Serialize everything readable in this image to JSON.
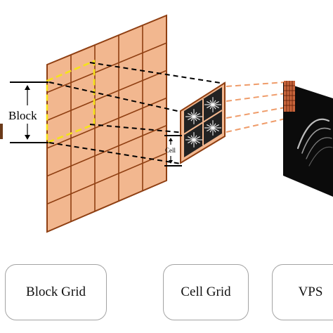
{
  "labels": {
    "block": "Block",
    "cell": "Cell"
  },
  "boxes": {
    "block_grid": "Block Grid",
    "cell_grid": "Cell Grid",
    "vps": "VPS"
  },
  "colors": {
    "grid_fill": "#f2b78f",
    "grid_line": "#8f3f12",
    "highlight": "#f5e31a",
    "projection_black": "#000000",
    "projection_orange": "#ef9c6a",
    "hog_background": "#111111"
  },
  "grid": {
    "block_grid_rows": 6,
    "block_grid_cols": 5,
    "cell_grid_rows": 2,
    "cell_grid_cols": 2
  }
}
